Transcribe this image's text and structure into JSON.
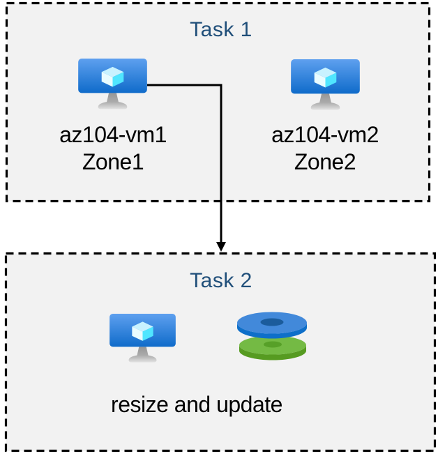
{
  "colors": {
    "page_background": "#ffffff",
    "box_fill": "#f2f2f2",
    "box_border": "#000000",
    "task_title": "#1f4e79",
    "label_text": "#000000",
    "arrow": "#000000",
    "vm_screen_top": "#5ea0ef",
    "vm_screen_bottom": "#0f6bca",
    "cube_top": "#c8f2ff",
    "cube_left": "#e9fcff",
    "cube_right": "#50e6ff",
    "disk_blue_top": "#4289da",
    "disk_blue_side": "#0e6fc9",
    "disk_blue_hole": "#1b5c9c",
    "disk_green_top": "#74ba44",
    "disk_green_side": "#569b21",
    "disk_green_hole": "#57a028"
  },
  "task1": {
    "title": "Task 1",
    "vms": [
      {
        "name": "az104-vm1",
        "zone": "Zone1",
        "icon": "azure-virtual-machine-icon"
      },
      {
        "name": "az104-vm2",
        "zone": "Zone2",
        "icon": "azure-virtual-machine-icon"
      }
    ]
  },
  "task2": {
    "title": "Task 2",
    "caption": "resize and update",
    "icons": [
      "azure-virtual-machine-icon",
      "azure-managed-disks-icon"
    ]
  }
}
